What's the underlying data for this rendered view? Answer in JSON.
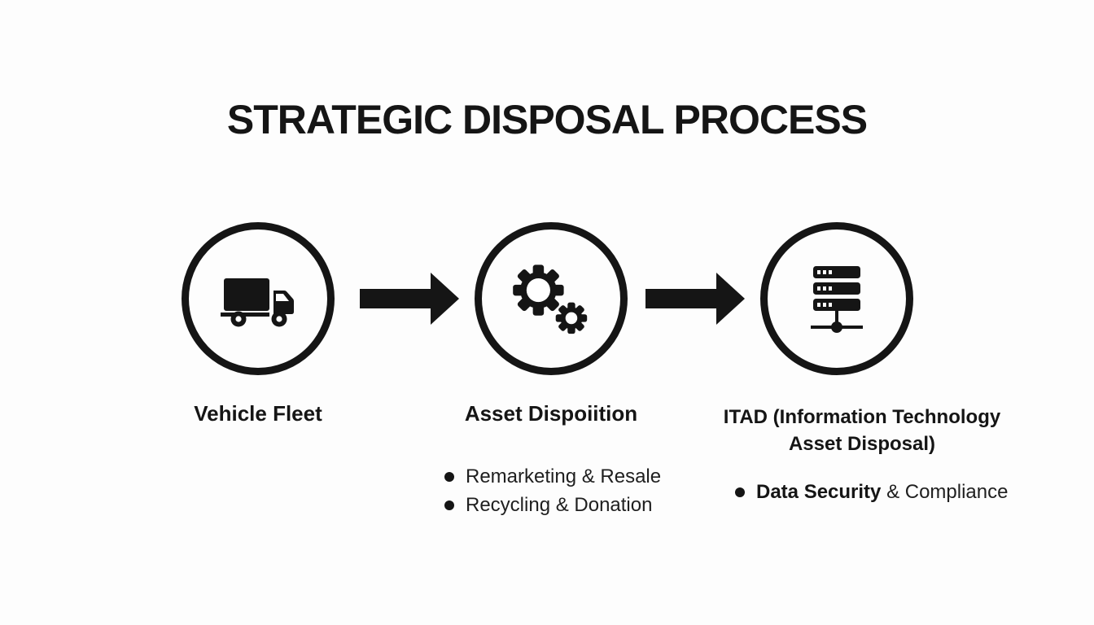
{
  "title": "STRATEGIC DISPOSAL PROCESS",
  "colors": {
    "ink": "#151515",
    "background": "#fdfdfd"
  },
  "connector_icon": "arrow-right-icon",
  "steps": {
    "vehicle_fleet": {
      "label": "Vehicle Fleet",
      "icon": "truck-icon"
    },
    "asset_disposition": {
      "label": "Asset Dispoiition",
      "icon": "gears-icon",
      "bullets": [
        "Remarketing & Resale",
        "Recycling & Donation"
      ]
    },
    "itad": {
      "label_line1": "ITAD (Information Technology",
      "label_line2": "Asset Disposal)",
      "icon": "server-stack-icon",
      "bullet_bold": "Data Security",
      "bullet_rest": " & Compliance"
    }
  }
}
